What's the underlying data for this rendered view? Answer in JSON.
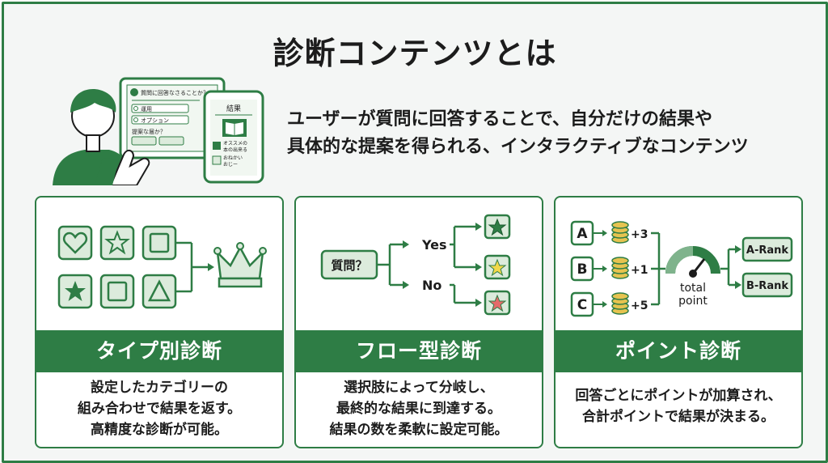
{
  "title": "診断コンテンツとは",
  "description": {
    "line1": "ユーザーが質問に回答することで、自分だけの結果や",
    "line2": "具体的な提案を得られる、インタラクティブなコンテンツ"
  },
  "hero": {
    "tablet_question": "質問に回答なさることか？",
    "tablet_option1": "運用",
    "tablet_option2": "オプション",
    "tablet_question2": "提案な届か？",
    "phone_title": "結果",
    "phone_caption1": "オススメの",
    "phone_caption2": "本の出来る",
    "phone_caption3": "おねかい",
    "phone_caption4": "おじー"
  },
  "cards": [
    {
      "title": "タイプ別診断",
      "body_line1": "設定したカテゴリーの",
      "body_line2": "組み合わせで結果を返す。",
      "body_line3": "高精度な診断が可能。"
    },
    {
      "title": "フロー型診断",
      "body_line1": "選択肢によって分岐し、",
      "body_line2": "最終的な結果に到達する。",
      "body_line3": "結果の数を柔軟に設定可能。",
      "question_label": "質問？",
      "yes_label": "Yes",
      "no_label": "No"
    },
    {
      "title": "ポイント診断",
      "body_line1": "回答ごとにポイントが加算され、",
      "body_line2": "合計ポイントで結果が決まる。",
      "answers": [
        {
          "label": "A",
          "points": "+3"
        },
        {
          "label": "B",
          "points": "+1"
        },
        {
          "label": "C",
          "points": "+5"
        }
      ],
      "total_line1": "total",
      "total_line2": "point",
      "rank_a": "A-Rank",
      "rank_b": "B-Rank"
    }
  ],
  "colors": {
    "primary": "#2e7d45",
    "light_green": "#dcebdc",
    "gold": "#e6c350",
    "star_yellow": "#f2d84a",
    "star_red": "#e46a6a"
  }
}
